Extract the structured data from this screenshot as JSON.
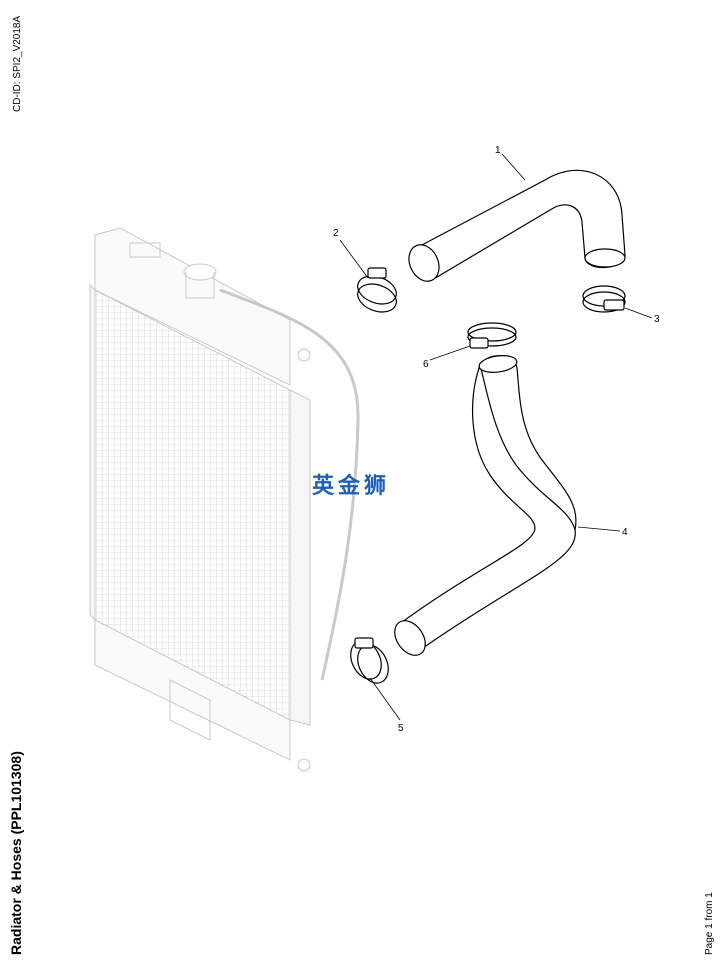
{
  "header": {
    "cd_id": "CD-ID: SPI2_V2018A"
  },
  "title": "Radiator & Hoses (PPL101308)",
  "footer": {
    "page": "Page 1 from 1"
  },
  "watermark": "英金狮",
  "callouts": [
    {
      "id": "1",
      "label": "1"
    },
    {
      "id": "2",
      "label": "2"
    },
    {
      "id": "3",
      "label": "3"
    },
    {
      "id": "4",
      "label": "4"
    },
    {
      "id": "5",
      "label": "5"
    },
    {
      "id": "6",
      "label": "6"
    }
  ],
  "colors": {
    "ink": "#000000",
    "ghost": "#c9c9c9",
    "watermark": "#1f5fb8"
  }
}
